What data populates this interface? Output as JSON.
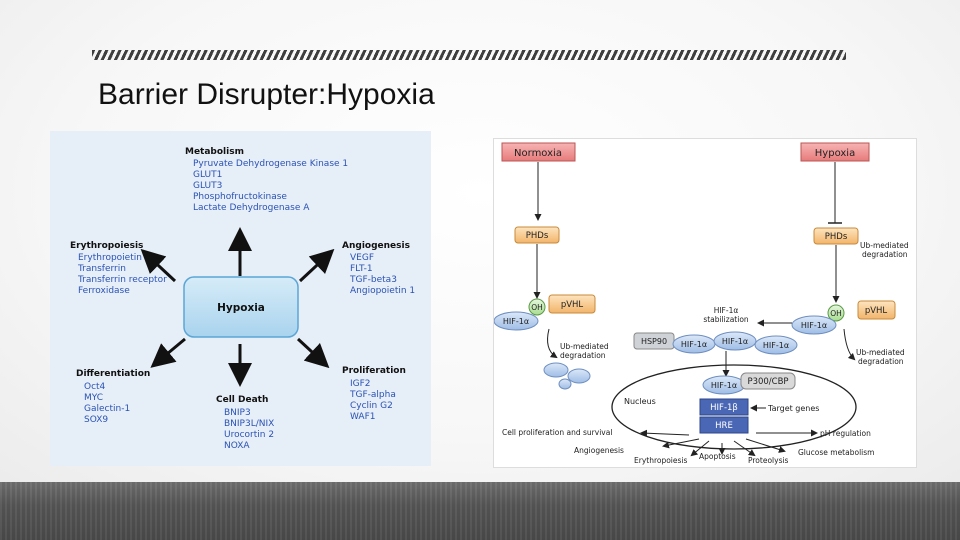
{
  "title": "Barrier Disrupter:Hypoxia",
  "left_diagram": {
    "center": "Hypoxia",
    "metabolism": {
      "heading": "Metabolism",
      "items": [
        "Pyruvate Dehydrogenase Kinase 1",
        "GLUT1",
        "GLUT3",
        "Phosphofructokinase",
        "Lactate Dehydrogenase A"
      ]
    },
    "erythropoiesis": {
      "heading": "Erythropoiesis",
      "items": [
        "Erythropoietin",
        "Transferrin",
        "Transferrin receptor",
        "Ferroxidase"
      ]
    },
    "angiogenesis": {
      "heading": "Angiogenesis",
      "items": [
        "VEGF",
        "FLT-1",
        "TGF-beta3",
        "Angiopoietin 1"
      ]
    },
    "differentiation": {
      "heading": "Differentiation",
      "items": [
        "Oct4",
        "MYC",
        "Galectin-1",
        "SOX9"
      ]
    },
    "cell_death": {
      "heading": "Cell Death",
      "items": [
        "BNIP3",
        "BNIP3L/NIX",
        "Urocortin 2",
        "NOXA"
      ]
    },
    "proliferation": {
      "heading": "Proliferation",
      "items": [
        "IGF2",
        "TGF-alpha",
        "Cyclin G2",
        "WAF1"
      ]
    }
  },
  "right_diagram": {
    "normoxia": "Normoxia",
    "hypoxia": "Hypoxia",
    "phds": "PHDs",
    "oh": "OH",
    "pvhl": "pVHL",
    "hif1a": "HIF-1α",
    "hif1b": "HIF-1β",
    "hsp90": "HSP90",
    "p300": "P300/CBP",
    "hre": "HRE",
    "nucleus": "Nucleus",
    "ub_line1": "Ub-mediated",
    "ub_line2": "degradation",
    "stab_line1": "HIF-1α",
    "stab_line2": "stabilization",
    "target_genes": "Target genes",
    "outputs": {
      "cell_prolif": "Cell proliferation and survival",
      "angiogenesis": "Angiogenesis",
      "erythropoiesis": "Erythropoiesis",
      "apoptosis": "Apoptosis",
      "proteolysis": "Proteolysis",
      "glucose": "Glucose metabolism",
      "ph": "pH regulation"
    }
  }
}
